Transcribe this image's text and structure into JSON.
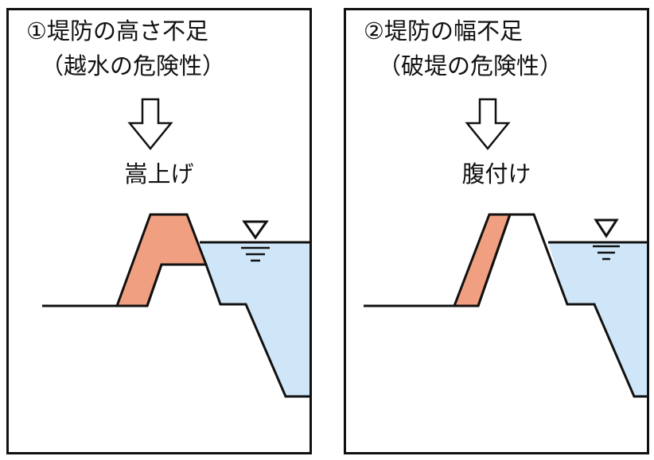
{
  "panels": [
    {
      "title": "①堤防の高さ不足",
      "subtitle": "（越水の危険性）",
      "method": "嵩上げ"
    },
    {
      "title": "②堤防の幅不足",
      "subtitle": "（破堤の危険性）",
      "method": "腹付け"
    }
  ],
  "colors": {
    "reinforcement": "#f0a080",
    "water": "#cfe6f8",
    "line": "#111111"
  },
  "icons": [
    "down-arrow-icon",
    "water-level-icon"
  ]
}
